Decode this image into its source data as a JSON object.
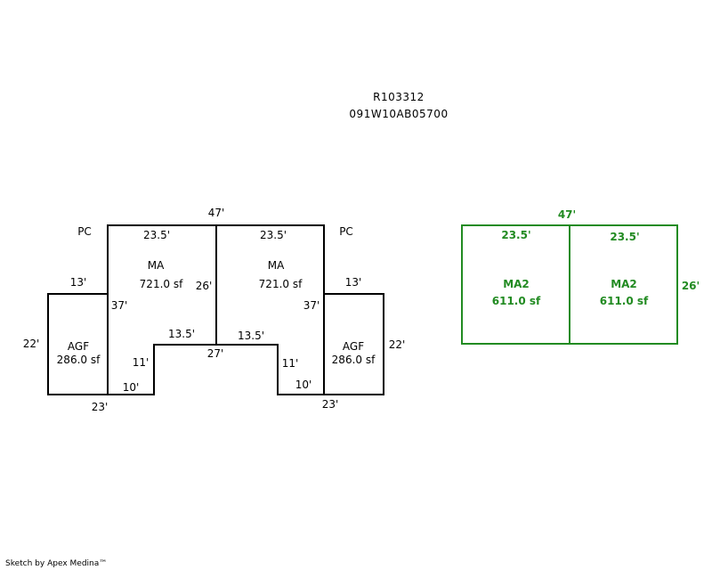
{
  "header": {
    "id_line1": "R103312",
    "id_line2": "091W10AB05700"
  },
  "colors": {
    "main": "#000000",
    "secondary": "#228B22"
  },
  "left_sketch": {
    "top_width": "47'",
    "pc_left": "PC",
    "pc_right": "PC",
    "left_unit": {
      "top_width": "23.5'",
      "area_label": "MA",
      "area_value": "721.0 sf",
      "inner_height": "26'",
      "left_height": "37'",
      "step_width": "10'",
      "step_height": "11'",
      "notch_top": "13.5'"
    },
    "right_unit": {
      "top_width": "23.5'",
      "area_label": "MA",
      "area_value": "721.0 sf",
      "right_height": "37'",
      "step_width": "10'",
      "step_height": "11'",
      "notch_top": "13.5'"
    },
    "notch_bottom": "27'",
    "left_garage": {
      "top": "13'",
      "side": "22'",
      "bottom": "23'",
      "area_label": "AGF",
      "area_value": "286.0 sf"
    },
    "right_garage": {
      "top": "13'",
      "side": "22'",
      "bottom": "23'",
      "area_label": "AGF",
      "area_value": "286.0 sf"
    }
  },
  "right_sketch": {
    "top_width": "47'",
    "side_height": "26'",
    "left_section": {
      "width": "23.5'",
      "area_label": "MA2",
      "area_value": "611.0 sf"
    },
    "right_section": {
      "width": "23.5'",
      "area_label": "MA2",
      "area_value": "611.0 sf"
    }
  },
  "footer": {
    "credit": "Sketch by Apex Medina™"
  }
}
